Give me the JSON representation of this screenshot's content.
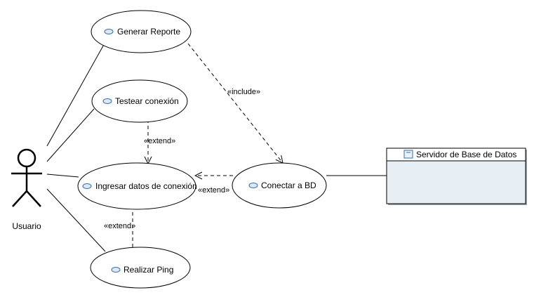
{
  "actor": {
    "name": "Usuario"
  },
  "use_cases": {
    "generar_reporte": "Generar Reporte",
    "testear_conexion": "Testear conexión",
    "ingresar_datos": "Ingresar datos de conexión",
    "conectar_bd": "Conectar a BD",
    "realizar_ping": "Realizar Ping"
  },
  "relations": {
    "include": "«include»",
    "extend_testear": "«extend»",
    "extend_conectar": "«extend»",
    "extend_ping": "«extend»"
  },
  "node": {
    "name": "Servidor de Base de Datos",
    "header_color": "#ffffff",
    "body_color": "#e8eff4"
  },
  "colors": {
    "line": "#000000",
    "use_case_fill": "#ffffff",
    "icon_fill": "#dce9f5",
    "icon_stroke": "#3a6ea5"
  }
}
